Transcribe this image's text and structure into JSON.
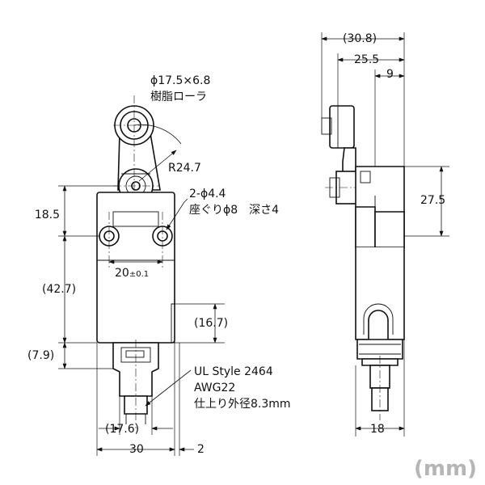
{
  "front_view": {
    "roller_spec": "ϕ17.5×6.8",
    "roller_material": "樹脂ローラ",
    "radius": "R24.7",
    "holes_spec": "2-ϕ4.4",
    "counterbore_spec": "座ぐりϕ8　深さ4",
    "dim_18_5": "18.5",
    "dim_42_7": "(42.7)",
    "dim_7_9": "(7.9)",
    "dim_16_7": "(16.7)",
    "dim_hole_pitch": "20",
    "dim_hole_pitch_tol": "±0.1",
    "dim_17_6": "(17.6)",
    "dim_30": "30",
    "dim_2": "2",
    "cable_1": "UL Style 2464",
    "cable_2": "AWG22",
    "cable_3": "仕上り外径8.3mm"
  },
  "side_view": {
    "dim_30_8": "(30.8)",
    "dim_25_5": "25.5",
    "dim_9": "9",
    "dim_27_5": "27.5",
    "dim_18": "18"
  },
  "unit_label": "(mm)"
}
